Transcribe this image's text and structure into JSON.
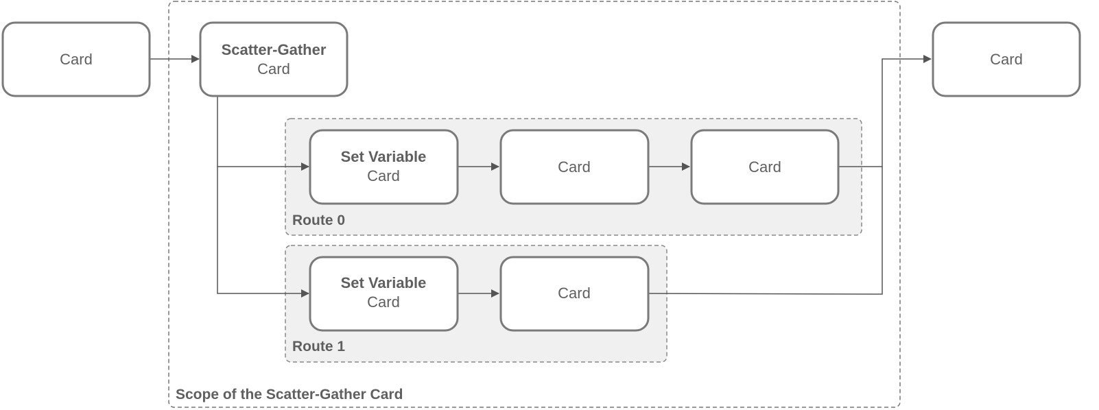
{
  "diagram": {
    "scope": {
      "label": "Scope of the Scatter-Gather Card"
    },
    "routes": [
      {
        "label": "Route 0"
      },
      {
        "label": "Route 1"
      }
    ],
    "cards": {
      "input": {
        "title": "",
        "sub": "Card"
      },
      "scatter": {
        "title": "Scatter-Gather",
        "sub": "Card"
      },
      "r0_setvar": {
        "title": "Set Variable",
        "sub": "Card"
      },
      "r0_card2": {
        "title": "",
        "sub": "Card"
      },
      "r0_card3": {
        "title": "",
        "sub": "Card"
      },
      "r1_setvar": {
        "title": "Set Variable",
        "sub": "Card"
      },
      "r1_card2": {
        "title": "",
        "sub": "Card"
      },
      "output": {
        "title": "",
        "sub": "Card"
      }
    }
  }
}
